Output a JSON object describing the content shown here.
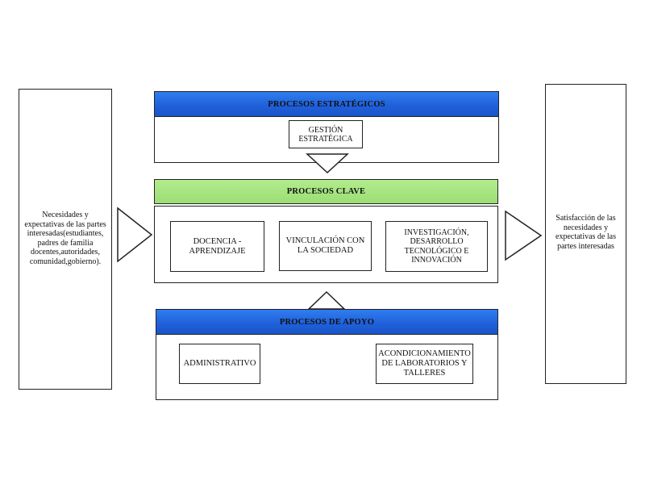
{
  "left_panel": {
    "text": "Necesidades y expectativas de las partes interesadas(estudiantes, padres de familia docentes,autoridades, comunidad,gobierno)."
  },
  "right_panel": {
    "text": "Satisfacción de las necesidades y expectativas de las partes interesadas"
  },
  "strategic": {
    "header": "PROCESOS ESTRATÉGICOS",
    "items": [
      {
        "label": "GESTIÓN ESTRATÉGICA"
      }
    ]
  },
  "key": {
    "header": "PROCESOS CLAVE",
    "items": [
      {
        "label": "DOCENCIA - APRENDIZAJE"
      },
      {
        "label": "VINCULACIÓN CON LA SOCIEDAD"
      },
      {
        "label": "INVESTIGACIÓN, DESARROLLO TECNOLÓGICO E INNOVACIÓN"
      }
    ]
  },
  "support": {
    "header": "PROCESOS DE APOYO",
    "items": [
      {
        "label": "ADMINISTRATIVO"
      },
      {
        "label": "ACONDICIONAMIENTO DE LABORATORIOS Y TALLERES"
      }
    ]
  },
  "colors": {
    "strategic_header": "#1f5fd9",
    "key_header": "#a3e07c",
    "support_header": "#1f5fd9",
    "border": "#222222"
  }
}
